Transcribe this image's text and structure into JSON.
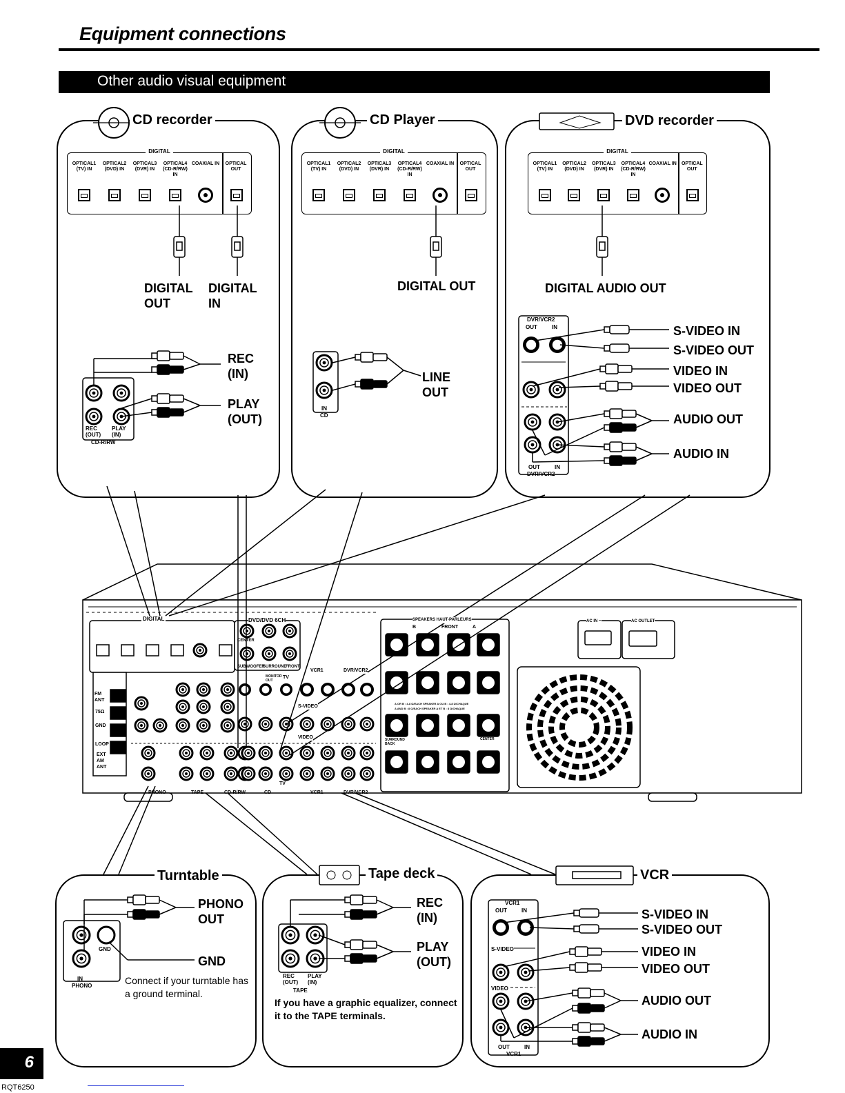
{
  "header": {
    "title": "Equipment connections"
  },
  "section": {
    "title": "Other audio visual equipment"
  },
  "digital_panel": {
    "heading": "DIGITAL",
    "columns": [
      "OPTICAL1 (TV) IN",
      "OPTICAL2 (DVD) IN",
      "OPTICAL3 (DVR) IN",
      "OPTICAL4 (CD-R/RW) IN",
      "COAXIAL IN",
      "OPTICAL OUT"
    ]
  },
  "cd_recorder": {
    "title": "CD recorder",
    "icon": "cd-disc-icon",
    "digital_out": "DIGITAL OUT",
    "digital_out_l1": "DIGITAL",
    "digital_out_l2": "OUT",
    "digital_in_l1": "DIGITAL",
    "digital_in_l2": "IN",
    "rec_l1": "REC",
    "rec_l2": "(IN)",
    "play_l1": "PLAY",
    "play_l2": "(OUT)",
    "jack_rec": "REC (OUT)",
    "jack_play": "PLAY (IN)",
    "jack_group": "CD-R/RW"
  },
  "cd_player": {
    "title": "CD Player",
    "icon": "cd-disc-icon",
    "digital_out": "DIGITAL OUT",
    "line_l1": "LINE",
    "line_l2": "OUT",
    "jack_in": "IN",
    "jack_group": "CD"
  },
  "dvd_recorder": {
    "title": "DVD recorder",
    "icon": "dvd-recorder-icon",
    "digital_audio_out": "DIGITAL AUDIO OUT",
    "jack_group": "DVR/VCR2",
    "jack_out": "OUT",
    "jack_in": "IN",
    "labels": [
      "S-VIDEO IN",
      "S-VIDEO OUT",
      "VIDEO IN",
      "VIDEO OUT",
      "AUDIO OUT",
      "AUDIO IN"
    ]
  },
  "receiver": {
    "digital": "DIGITAL",
    "dvd_6ch": "DVD/DVD 6CH",
    "center": "CENTER",
    "subwoofer": "SUBWOOFER",
    "surround": "SURROUND",
    "front": "FRONT",
    "fm_ant": "FM ANT",
    "ohm": "75Ω",
    "gnd": "GND",
    "loop": "LOOP",
    "ext_am": "EXT AM ANT",
    "phono": "PHONO",
    "tape": "TAPE",
    "cd_rrw": "CD-R/RW",
    "cd": "CD",
    "tv": "TV",
    "vcr1": "VCR1",
    "dvr_vcr2": "DVR/VCR2",
    "s_video": "S-VIDEO",
    "video": "VIDEO",
    "monitor_out": "MONITOR OUT",
    "speakers": "SPEAKERS HAUT-PARLEURS",
    "speaker_b": "B",
    "speaker_a": "A",
    "front_sp": "FRONT",
    "sp_note1": "A OR B : 4-8 Ω/EACH SPEAKER   A OU B : 4-8 Ω/CHAQUE",
    "sp_note2": "A AND B : 8 Ω/EACH SPEAKER   A ET B : 8 Ω/CHAQUE",
    "surround_back": "SURROUND BACK",
    "center_sp": "CENTER",
    "ac_in": "AC IN ~",
    "ac_outlet": "AC OUTLET"
  },
  "turntable": {
    "title": "Turntable",
    "phono_l1": "PHONO",
    "phono_l2": "OUT",
    "gnd": "GND",
    "note": "Connect if your turntable has a ground terminal.",
    "jack_in": "IN",
    "jack_group": "PHONO",
    "jack_gnd": "GND"
  },
  "tape_deck": {
    "title": "Tape deck",
    "icon": "cassette-icon",
    "rec_l1": "REC",
    "rec_l2": "(IN)",
    "play_l1": "PLAY",
    "play_l2": "(OUT)",
    "jack_rec": "REC (OUT)",
    "jack_play": "PLAY (IN)",
    "jack_group": "TAPE",
    "note": "If you have a graphic equalizer, connect it to the TAPE terminals."
  },
  "vcr": {
    "title": "VCR",
    "icon": "vcr-icon",
    "jack_group": "VCR1",
    "jack_out": "OUT",
    "jack_in": "IN",
    "s_video": "S-VIDEO",
    "video": "VIDEO",
    "labels": [
      "S-VIDEO IN",
      "S-VIDEO OUT",
      "VIDEO IN",
      "VIDEO OUT",
      "AUDIO OUT",
      "AUDIO IN"
    ]
  },
  "footer": {
    "page_number": "6",
    "code": "RQT6250"
  }
}
